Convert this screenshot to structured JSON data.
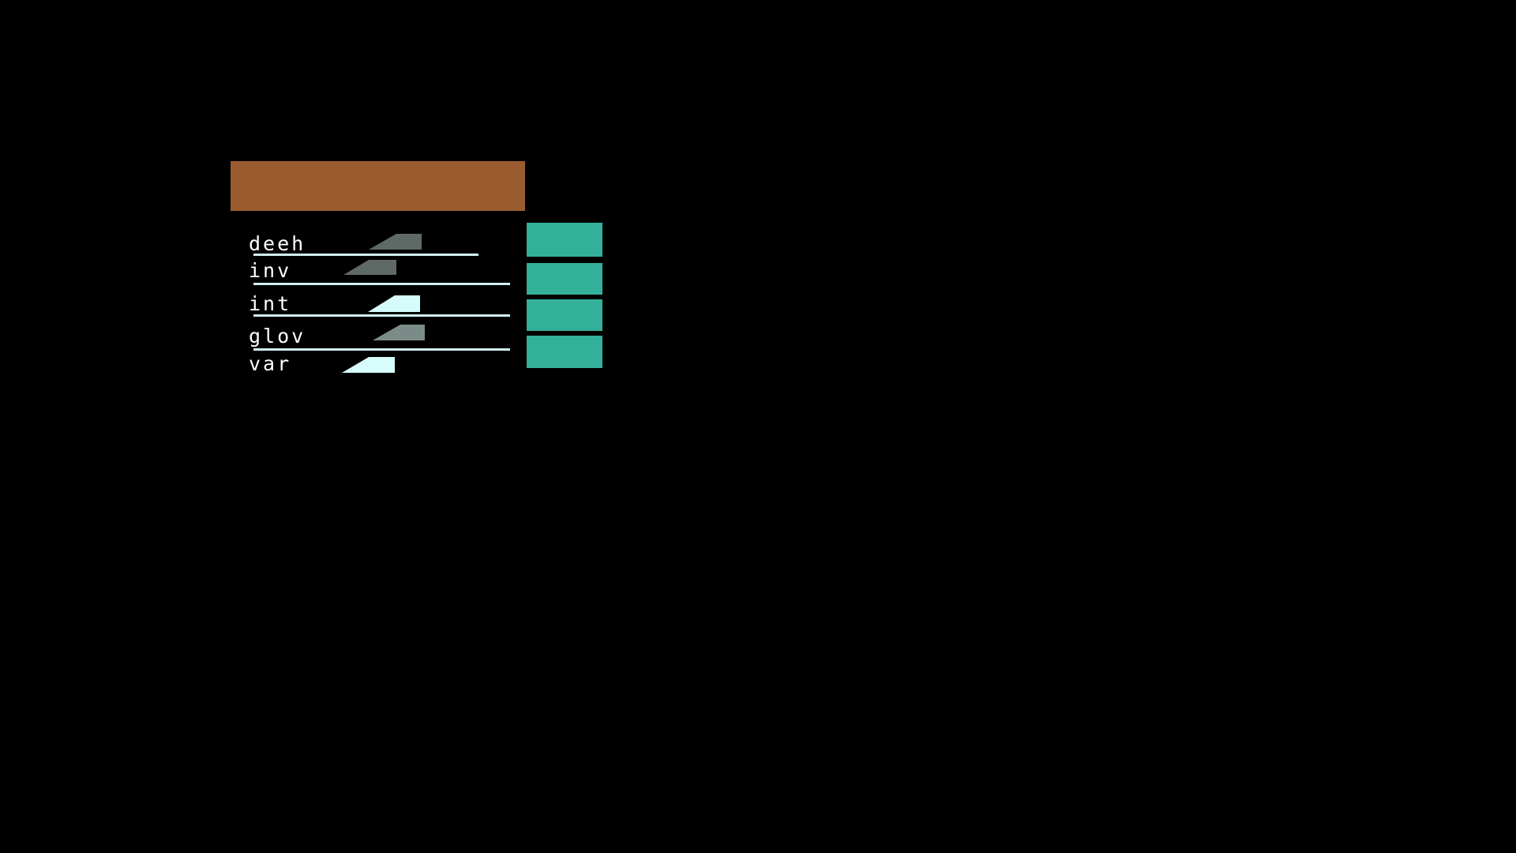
{
  "header": {
    "color": "#9a5c2e"
  },
  "rows": [
    {
      "label": "deeh",
      "gauge_color": "#5f6a67",
      "state": "dim"
    },
    {
      "label": "inv",
      "gauge_color": "#5f6a67",
      "state": "dim"
    },
    {
      "label": "int",
      "gauge_color": "#d6fbfb",
      "state": "lit"
    },
    {
      "label": "glov",
      "gauge_color": "#7b8c88",
      "state": "dim"
    },
    {
      "label": "var",
      "gauge_color": "#d8fbfb",
      "state": "lit"
    }
  ],
  "side_boxes": {
    "count": 4,
    "color": "#33b09a"
  },
  "colors": {
    "background": "#000000",
    "label_text": "#ffffff",
    "divider": "#d0f0ee"
  }
}
